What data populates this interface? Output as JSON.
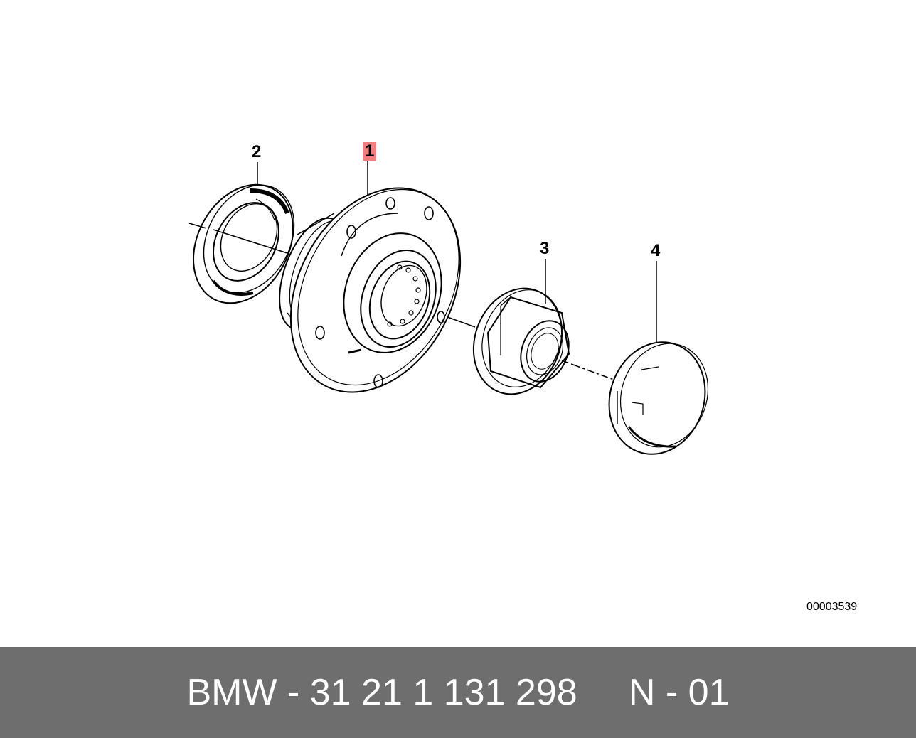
{
  "diagram": {
    "callouts": [
      {
        "label": "1",
        "highlight_color": "#f08080"
      },
      {
        "label": "2"
      },
      {
        "label": "3"
      },
      {
        "label": "4"
      }
    ],
    "drawing_id": "00003539"
  },
  "footer": {
    "text": "BMW - 31 21 1 131 298     N - 01",
    "background": "#6e6e6e",
    "text_color": "#ffffff"
  }
}
